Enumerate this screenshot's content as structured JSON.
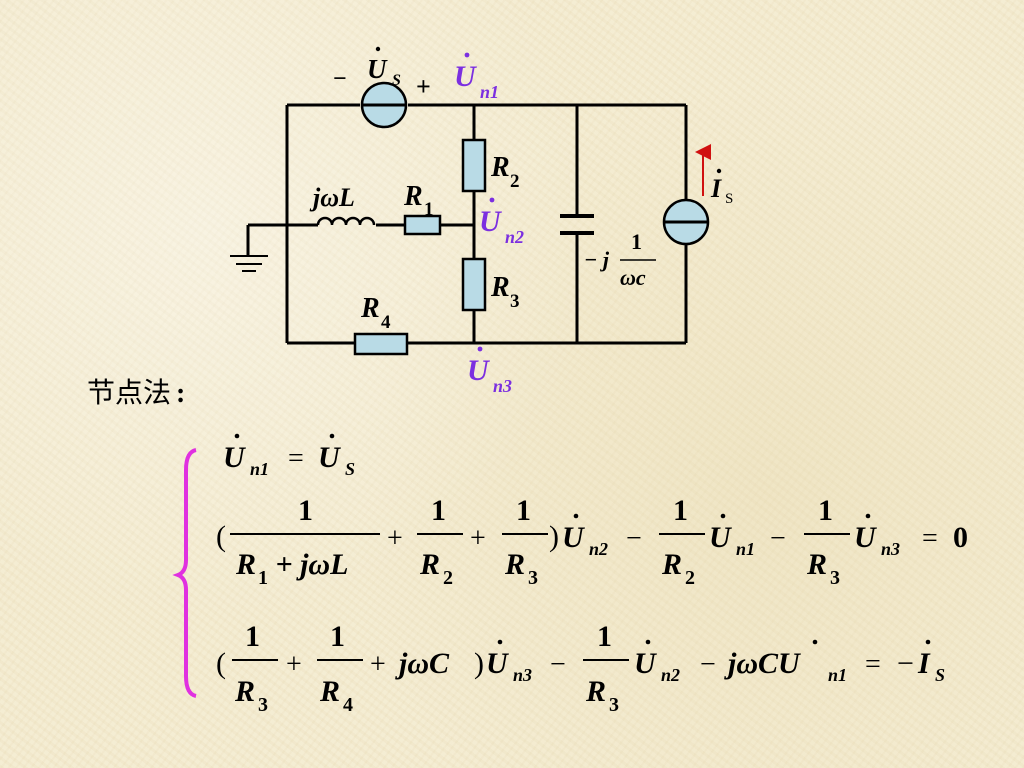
{
  "colors": {
    "background": "#f4ebcf",
    "wire": "#000000",
    "component_fill": "#b9dbe6",
    "node_label": "#7b2fe0",
    "current_arrow": "#d01010",
    "brace": "#e030e0"
  },
  "circuit": {
    "us_label": "U",
    "us_sub": "S",
    "us_minus": "−",
    "us_plus": "+",
    "un1": "U",
    "un1_sub": "n1",
    "un2": "U",
    "un2_sub": "n2",
    "un3": "U",
    "un3_sub": "n3",
    "r1": "R",
    "r1_sub": "1",
    "r2": "R",
    "r2_sub": "2",
    "r3": "R",
    "r3_sub": "3",
    "r4": "R",
    "r4_sub": "4",
    "inductor_label": "jωL",
    "cap_minus_j": "− j",
    "cap_num": "1",
    "cap_den": "ωc",
    "is_label": "I",
    "is_sub": "S"
  },
  "method_label": "节点法",
  "method_colon": ":",
  "equations": {
    "eq1": {
      "lhs": "U",
      "lhs_sub": "n1",
      "eq": "=",
      "rhs": "U",
      "rhs_sub": "S"
    },
    "eq2": {
      "open": "(",
      "one": "1",
      "den1": "R",
      "den1_sub": "1",
      "den1_rest": " + jωL",
      "plus": "+",
      "den2": "R",
      "den2_sub": "2",
      "den3": "R",
      "den3_sub": "3",
      "close": ")",
      "u": "U",
      "sub_n1": "n1",
      "sub_n2": "n2",
      "sub_n3": "n3",
      "minus": "−",
      "eq": "=",
      "zero": "0"
    },
    "eq3": {
      "open": "(",
      "one": "1",
      "den3": "R",
      "den3_sub": "3",
      "den4": "R",
      "den4_sub": "4",
      "plus": "+",
      "jwc": "jωC",
      "close": ")",
      "u": "U",
      "sub_n1": "n1",
      "sub_n2": "n2",
      "sub_n3": "n3",
      "minus": "−",
      "jwcu": "jωCU",
      "eq": "=",
      "neg": "−",
      "is": "I",
      "is_sub": "S"
    }
  }
}
